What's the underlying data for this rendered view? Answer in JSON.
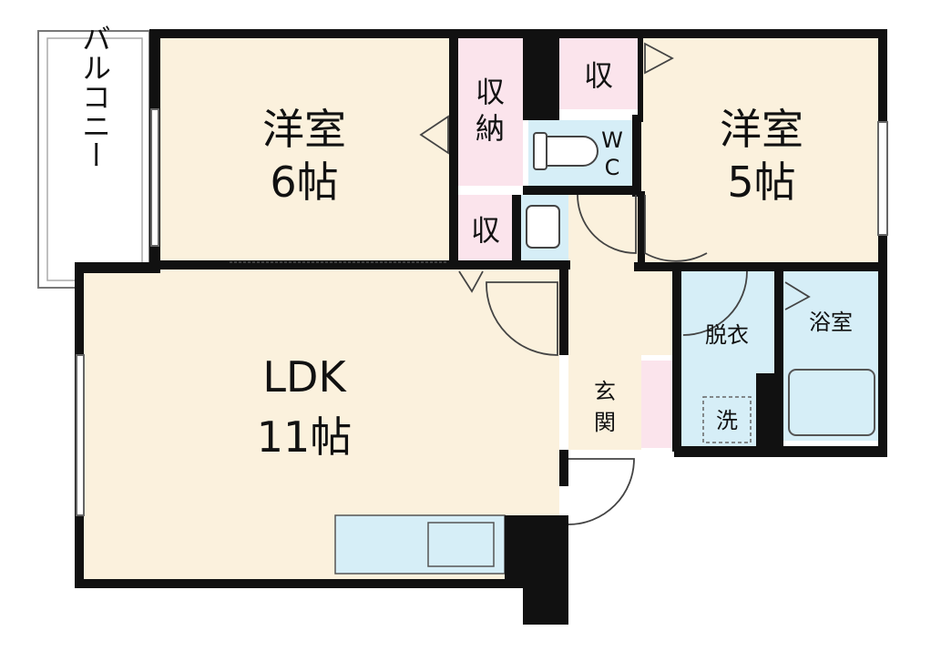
{
  "rooms": {
    "western_room_a": {
      "name": "洋室",
      "size": "6帖"
    },
    "western_room_b": {
      "name": "洋室",
      "size": "5帖"
    },
    "ldk": {
      "name": "LDK",
      "size": "11帖"
    },
    "balcony": {
      "name": "バルコニー"
    },
    "storage_tall": {
      "l1": "収",
      "l2": "納"
    },
    "storage_small_a": {
      "name": "収"
    },
    "storage_small_b": {
      "name": "収"
    },
    "toilet": {
      "l1": "W",
      "l2": "C"
    },
    "dressing": {
      "name": "脱衣"
    },
    "bath": {
      "name": "浴室"
    },
    "washer": {
      "name": "洗"
    },
    "entrance": {
      "l1": "玄",
      "l2": "関"
    }
  },
  "colors": {
    "floor": "#fbf1dd",
    "wet": "#d6eef7",
    "storage": "#fbe4ec",
    "wall": "#111111"
  }
}
